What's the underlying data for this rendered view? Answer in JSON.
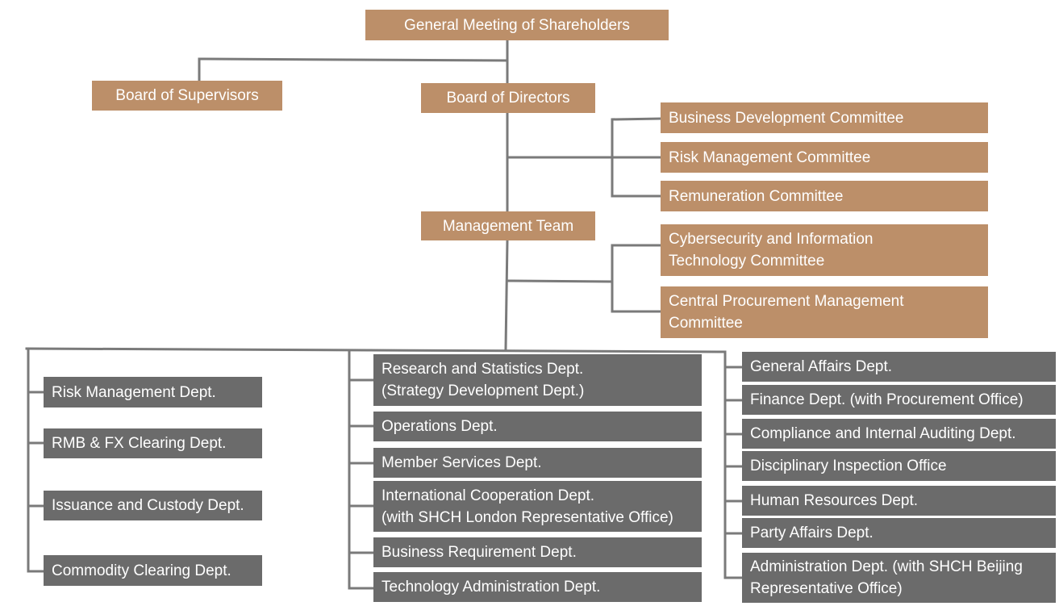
{
  "org_chart": {
    "top": {
      "shareholders": "General Meeting of Shareholders",
      "supervisors": "Board of Supervisors",
      "directors": "Board of Directors",
      "management": "Management Team"
    },
    "board_committees": [
      "Business Development Committee",
      "Risk Management Committee",
      "Remuneration Committee"
    ],
    "management_committees": [
      "Cybersecurity and Information\nTechnology Committee",
      "Central Procurement Management\nCommittee"
    ],
    "departments_left": [
      "Risk Management Dept.",
      "RMB & FX Clearing Dept.",
      "Issuance and Custody Dept.",
      "Commodity Clearing Dept."
    ],
    "departments_middle": [
      "Research and Statistics Dept.\n(Strategy Development Dept.)",
      "Operations Dept.",
      "Member Services  Dept.",
      "International Cooperation Dept.\n(with SHCH London Representative Office)",
      "Business Requirement Dept.",
      "Technology Administration Dept."
    ],
    "departments_right": [
      "General Affairs  Dept.",
      "Finance Dept. (with Procurement Office)",
      "Compliance and Internal Auditing Dept.",
      "Disciplinary Inspection Office",
      "Human Resources Dept.",
      "Party Affairs Dept.",
      "Administration Dept. (with SHCH Beijing\nRepresentative Office)"
    ]
  },
  "colors": {
    "governance_box": "#bc8f69",
    "department_box": "#6b6b6b",
    "connector_line": "#7a7a7a",
    "box_text": "#ffffff"
  }
}
